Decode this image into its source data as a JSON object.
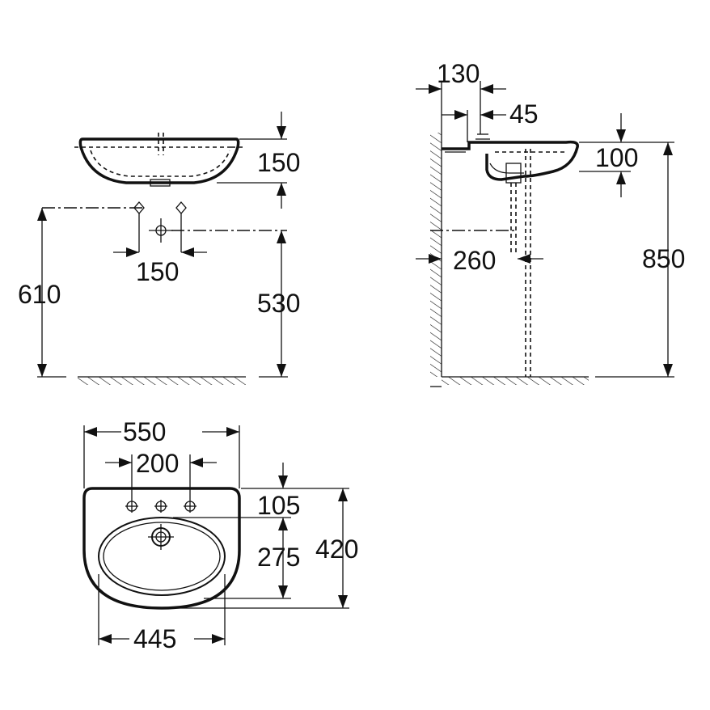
{
  "front_view": {
    "dimensions": {
      "bowl_height": "150",
      "tap_spacing": "150",
      "height_to_top": "610",
      "height_to_waste": "530"
    }
  },
  "side_view": {
    "dimensions": {
      "wall_offset": "130",
      "tap_offset": "45",
      "bowl_depth": "100",
      "waste_to_wall": "260",
      "overall_height": "850"
    }
  },
  "plan_view": {
    "dimensions": {
      "overall_width": "550",
      "tap_hole_spacing": "200",
      "rear_to_waste": "105",
      "waste_to_front": "275",
      "overall_depth": "420",
      "inner_width": "445"
    }
  }
}
